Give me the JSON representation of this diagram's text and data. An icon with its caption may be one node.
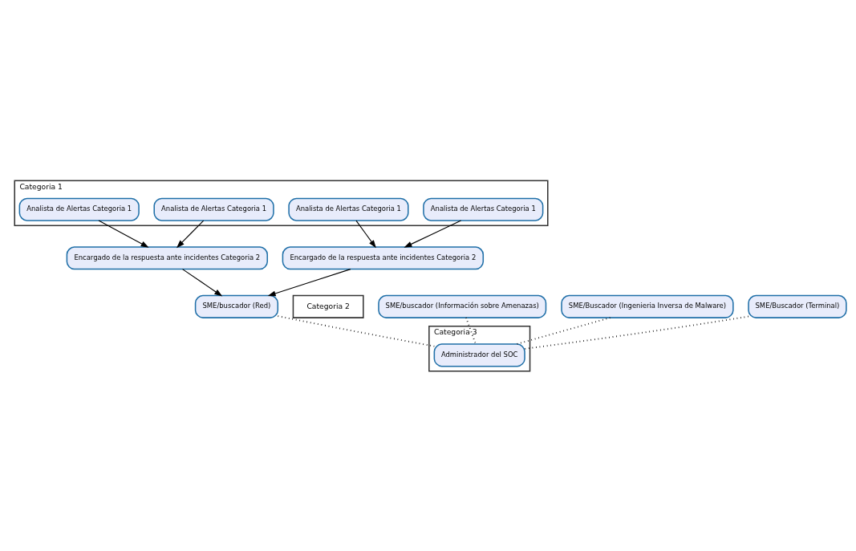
{
  "diagram": {
    "nodes": [
      {
        "text": [
          "Categoria 1"
        ]
      },
      {
        "text": [
          "Categoria 2"
        ]
      },
      {
        "text": [
          "Categoria 3"
        ]
      },
      {
        "text": [
          "Analista de Alertas Categoria 1"
        ],
        "in": 0
      },
      {
        "text": [
          "Analista de Alertas Categoria 1"
        ],
        "in": 0
      },
      {
        "text": [
          "Analista de Alertas Categoria 1"
        ],
        "in": 0
      },
      {
        "text": [
          "Analista de Alertas Categoria 1"
        ],
        "in": 0
      },
      {
        "text": [
          "Encargado de la respuesta ante incidentes Categoria 2"
        ]
      },
      {
        "text": [
          "Encargado de la respuesta ante incidentes Categoria 2"
        ]
      },
      {
        "text": [
          "SME/buscador (Información sobre Amenazas)"
        ]
      },
      {
        "text": [
          "SME/buscador (Red)"
        ]
      },
      {
        "text": [
          "SME/Buscador (Ingenieria Inversa de Malware)"
        ]
      },
      {
        "text": [
          "SME/Buscador (Terminal)"
        ]
      },
      {
        "text": [
          "Administrador del SOC"
        ],
        "in": 2
      }
    ],
    "edges": [
      {
        "from": 3,
        "to": 7,
        "arrow": "to"
      },
      {
        "from": 4,
        "to": 7,
        "arrow": "to"
      },
      {
        "from": 5,
        "to": 8,
        "arrow": "to"
      },
      {
        "from": 6,
        "to": 8,
        "arrow": "to"
      },
      {
        "from": 7,
        "to": 10,
        "arrow": "to"
      },
      {
        "from": 8,
        "to": 10,
        "arrow": "to"
      },
      {
        "from": 9,
        "to": 13,
        "arrow": "none",
        "style": "dashed"
      },
      {
        "from": 10,
        "to": 13,
        "arrow": "none",
        "style": "dashed"
      },
      {
        "from": 11,
        "to": 13,
        "arrow": "none",
        "style": "dashed"
      },
      {
        "from": 12,
        "to": 13,
        "arrow": "none",
        "style": "dashed"
      }
    ]
  }
}
